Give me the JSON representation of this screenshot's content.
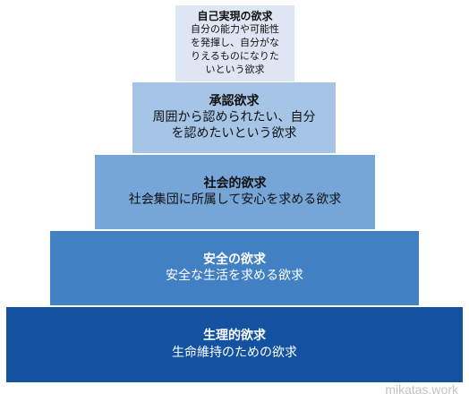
{
  "pyramid": {
    "levels": [
      {
        "title": "自己実現の欲求",
        "desc": "自分の能力や可能性\nを発揮し、自分がな\nりえるものになりた\nいという欲求",
        "color": "#dde6f2"
      },
      {
        "title": "承認欲求",
        "desc": "周囲から認められたい、自分\nを認めたいという欲求",
        "color": "#a6c5e6"
      },
      {
        "title": "社会的欲求",
        "desc": "社会集団に所属して安心を求める欲求",
        "color": "#76a6d8"
      },
      {
        "title": "安全の欲求",
        "desc": "安全な生活を求める欲求",
        "color": "#4280c4"
      },
      {
        "title": "生理的欲求",
        "desc": "生命維持のための欲求",
        "color": "#1252a0"
      }
    ]
  },
  "watermark": "mikatas.work"
}
